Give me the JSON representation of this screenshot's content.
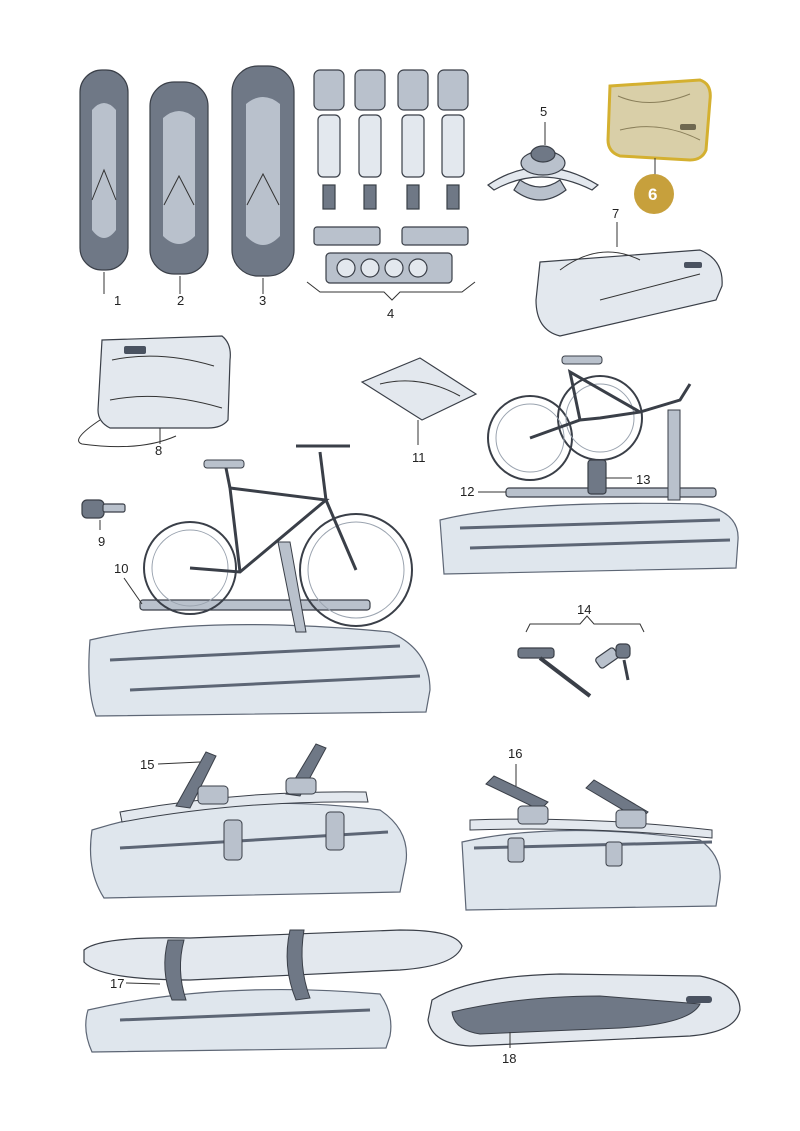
{
  "colors": {
    "part_dark": "#6f7886",
    "part_mid": "#b9c1cc",
    "part_light": "#e3e8ee",
    "highlight_fill": "#c7a03c",
    "highlight_bag": "#d9cfa8",
    "highlight_outline": "#d4b030"
  },
  "callouts": {
    "n1": "1",
    "n2": "2",
    "n3": "3",
    "n4": "4",
    "n5": "5",
    "n6": "6",
    "n7": "7",
    "n8": "8",
    "n9": "9",
    "n10": "10",
    "n11": "11",
    "n12": "12",
    "n13": "13",
    "n14": "14",
    "n15": "15",
    "n16": "16",
    "n17": "17",
    "n18": "18"
  },
  "highlighted_part": "6"
}
